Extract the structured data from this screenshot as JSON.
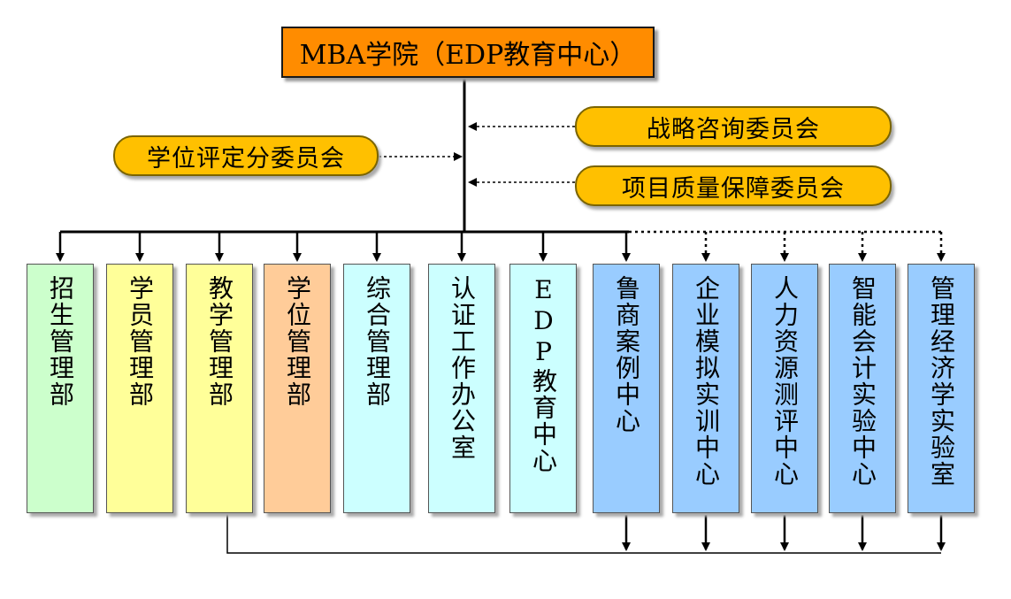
{
  "top": {
    "label": "MBA学院（EDP教育中心）"
  },
  "committees": {
    "left": "学位评定分委员会",
    "right_top": "战略咨询委员会",
    "right_bottom": "项目质量保障委员会"
  },
  "departments": [
    {
      "label": "招生管理部",
      "color": "#ccffcc"
    },
    {
      "label": "学员管理部",
      "color": "#ffff99"
    },
    {
      "label": "教学管理部",
      "color": "#ffff99"
    },
    {
      "label": "学位管理部",
      "color": "#ffcc99"
    },
    {
      "label": "综合管理部",
      "color": "#ccffff"
    },
    {
      "label": "认证工作办公室",
      "color": "#ccffff"
    },
    {
      "label": "EDP教育中心",
      "color": "#ccffff"
    },
    {
      "label": "鲁商案例中心",
      "color": "#99ccff"
    },
    {
      "label": "企业模拟实训中心",
      "color": "#99ccff"
    },
    {
      "label": "人力资源测评中心",
      "color": "#99ccff"
    },
    {
      "label": "智能会计实验中心",
      "color": "#99ccff"
    },
    {
      "label": "管理经济学实验室",
      "color": "#99ccff"
    }
  ]
}
